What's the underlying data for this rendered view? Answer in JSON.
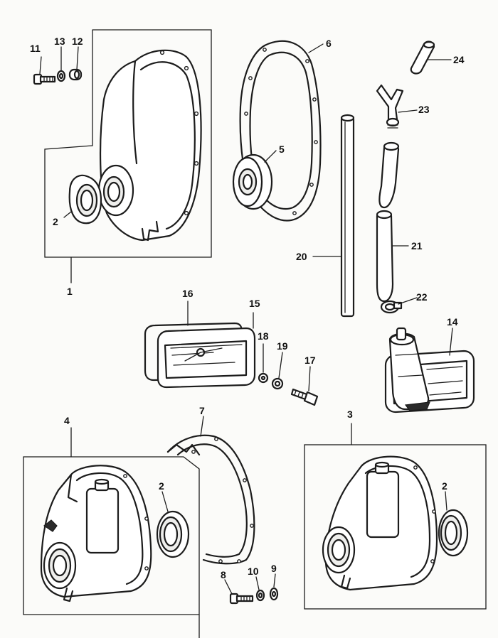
{
  "callouts": {
    "c1": "1",
    "c2a": "2",
    "c2b": "2",
    "c2c": "2",
    "c3": "3",
    "c4": "4",
    "c5": "5",
    "c6": "6",
    "c7": "7",
    "c8": "8",
    "c9": "9",
    "c10": "10",
    "c11": "11",
    "c12": "12",
    "c13": "13",
    "c14": "14",
    "c15": "15",
    "c16": "16",
    "c17": "17",
    "c18": "18",
    "c19": "19",
    "c20": "20",
    "c21": "21",
    "c22": "22",
    "c23": "23",
    "c24": "24"
  },
  "colors": {
    "ink": "#1c1c1c",
    "paper": "#fbfbf9"
  }
}
